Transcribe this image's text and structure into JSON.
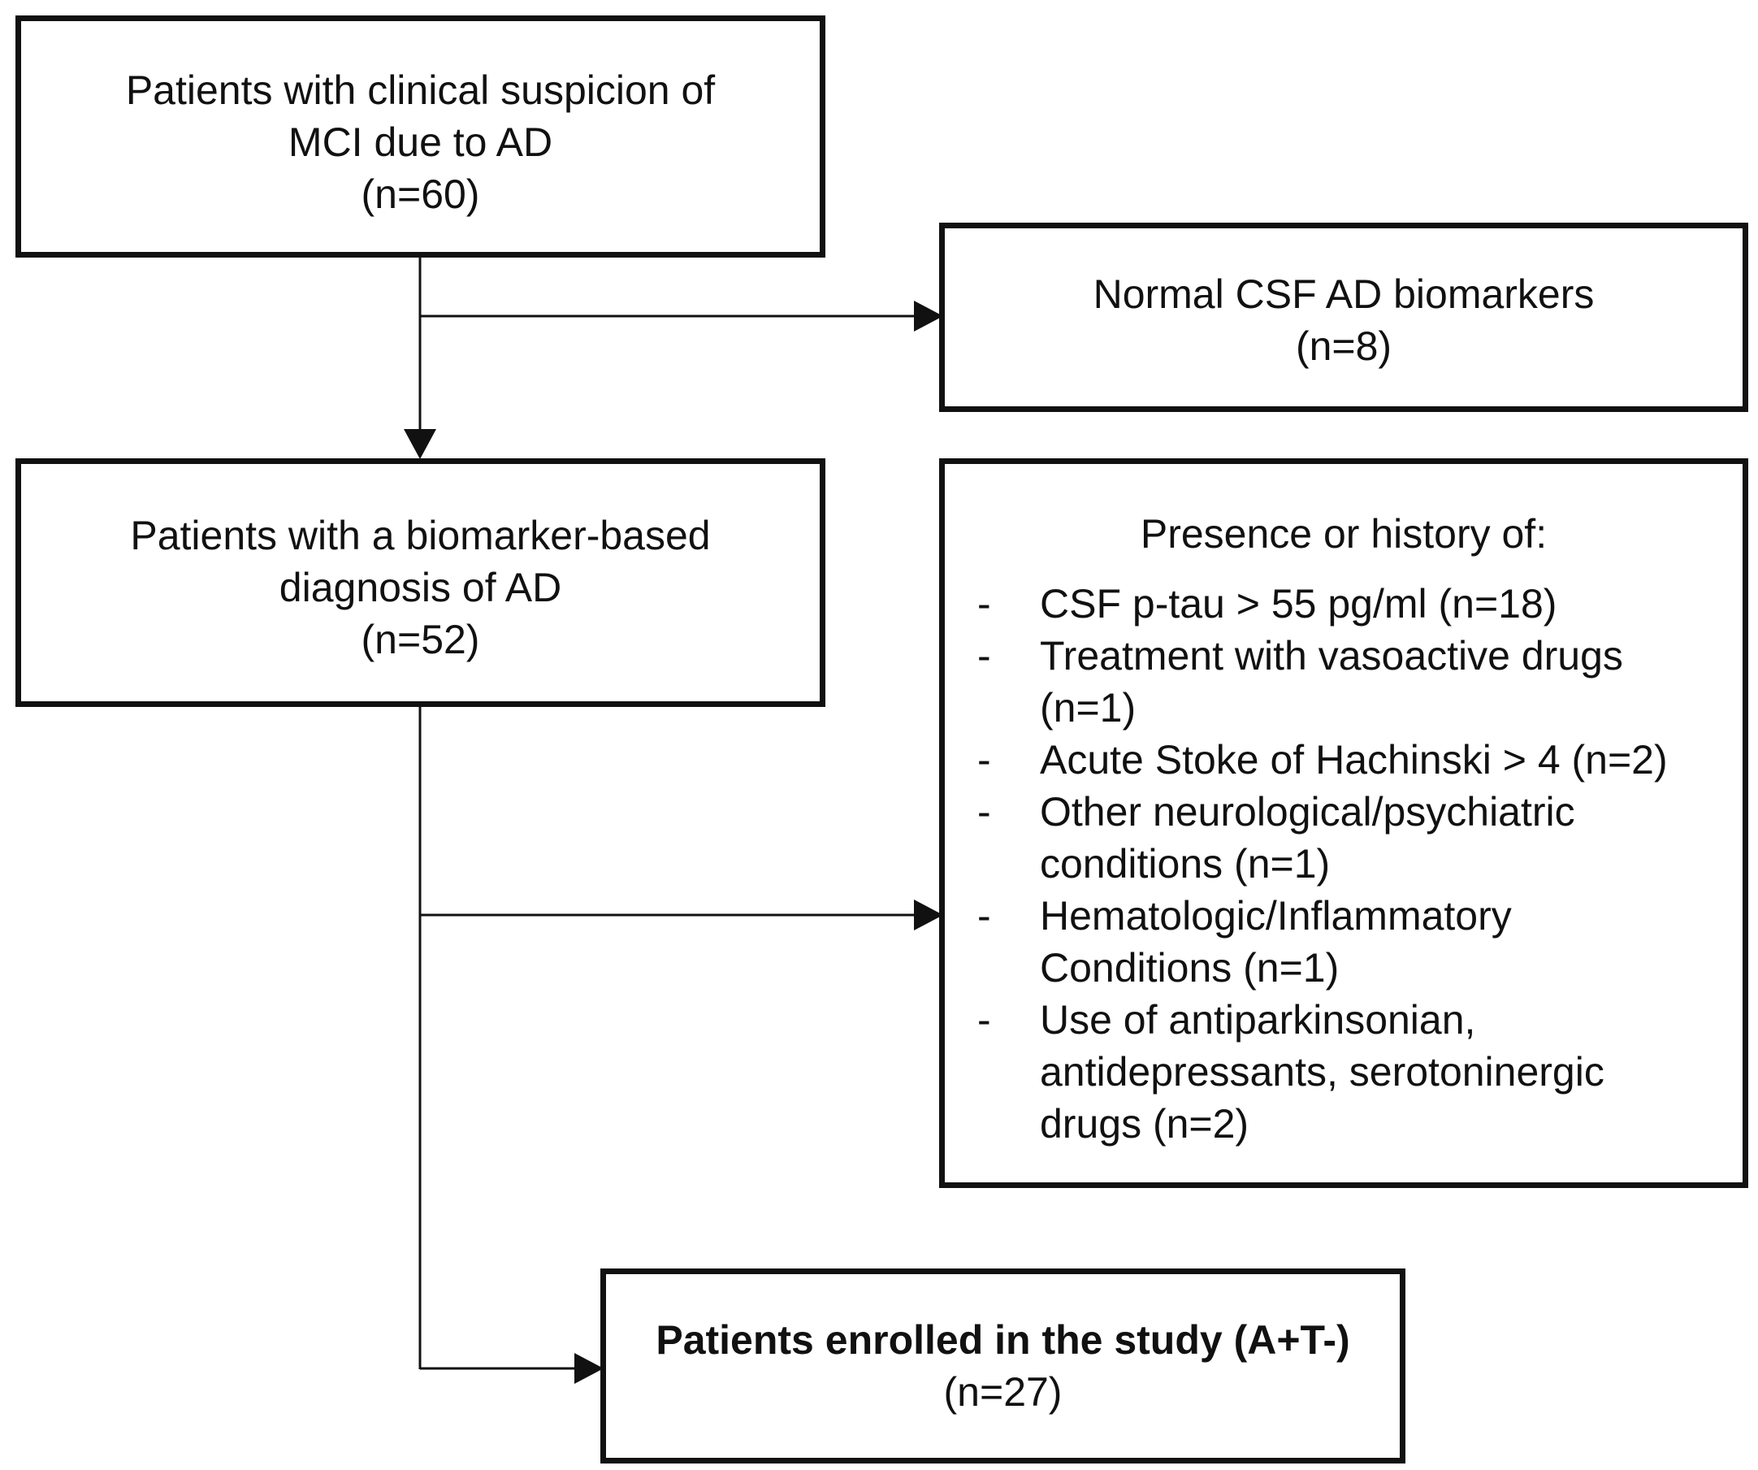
{
  "boxes": {
    "initial": {
      "line1": "Patients with clinical suspicion of",
      "line2": "MCI due to AD",
      "count": "(n=60)"
    },
    "excluded_normal": {
      "line1": "Normal CSF AD biomarkers",
      "count": "(n=8)"
    },
    "diagnosed": {
      "line1": "Patients with a biomarker-based",
      "line2": "diagnosis of AD",
      "count": "(n=52)"
    },
    "exclusions": {
      "title": "Presence or history of:",
      "bullet": "-",
      "items": [
        {
          "lines": [
            "CSF p-tau > 55 pg/ml (n=18)"
          ]
        },
        {
          "lines": [
            "Treatment with vasoactive drugs",
            "(n=1)"
          ]
        },
        {
          "lines": [
            "Acute Stoke of Hachinski > 4 (n=2)"
          ]
        },
        {
          "lines": [
            "Other neurological/psychiatric",
            "conditions (n=1)"
          ]
        },
        {
          "lines": [
            "Hematologic/Inflammatory",
            "Conditions (n=1)"
          ]
        },
        {
          "lines": [
            "Use of antiparkinsonian,",
            "antidepressants, serotoninergic",
            "drugs (n=2)"
          ]
        }
      ]
    },
    "enrolled": {
      "line1": "Patients enrolled in the study (A+T-)",
      "count": "(n=27)"
    }
  },
  "colors": {
    "stroke": "#111111",
    "background": "#ffffff"
  }
}
